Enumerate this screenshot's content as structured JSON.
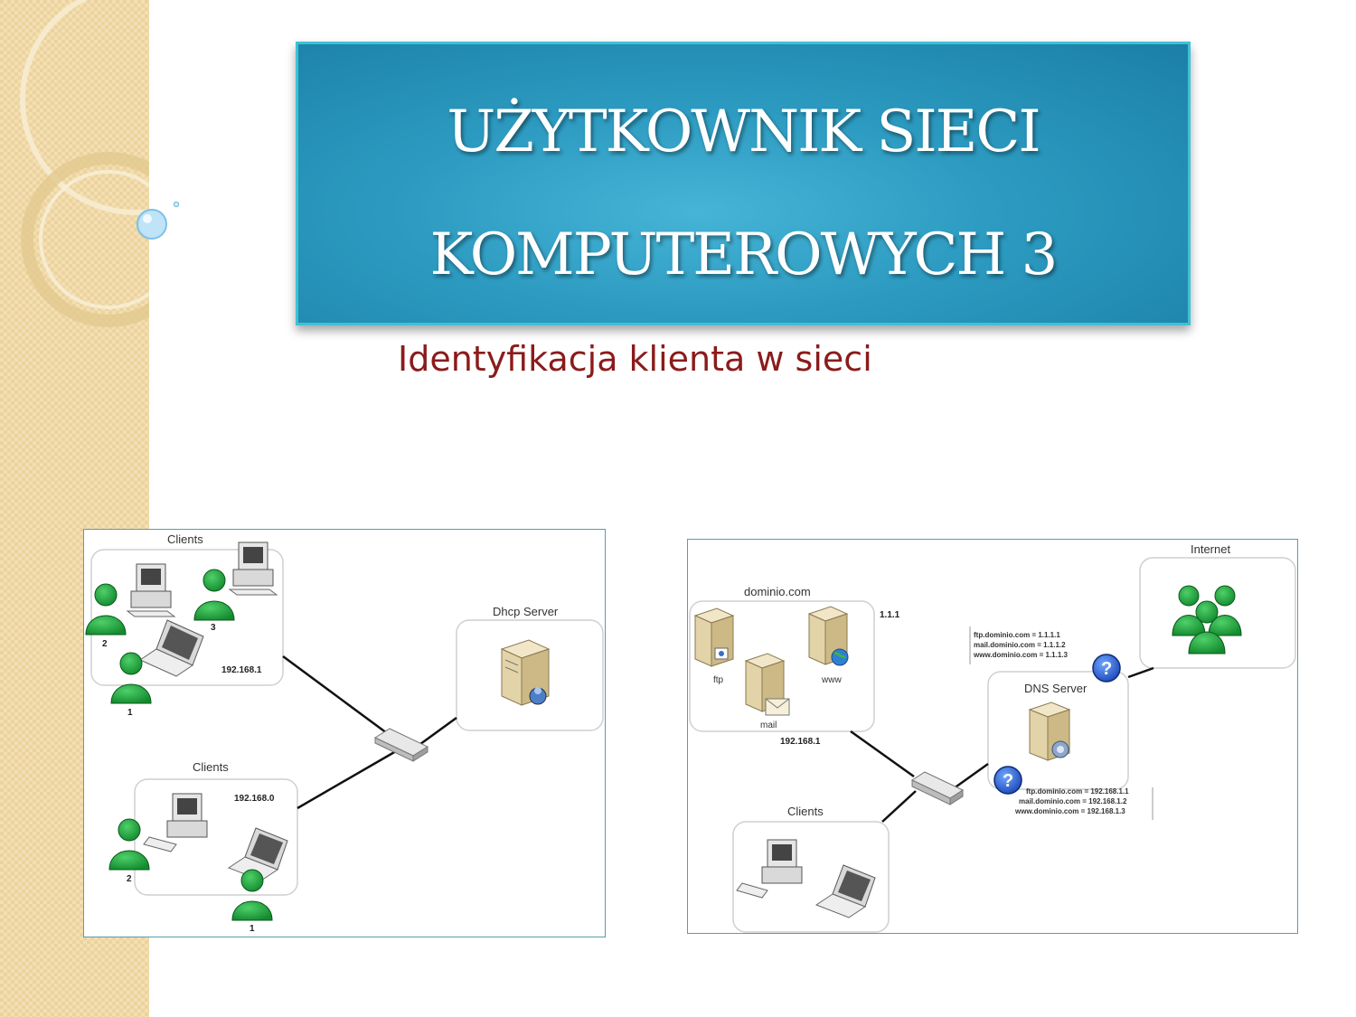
{
  "slide": {
    "title_line1": "UŻYTKOWNIK SIECI",
    "title_line2": "KOMPUTEROWYCH 3",
    "subtitle": "Identyfikacja klienta w sieci"
  },
  "diagram_left": {
    "group_top_label": "Clients",
    "group_top_subnet": "192.168.1",
    "group_top_user_numbers": [
      "2",
      "3",
      "1"
    ],
    "group_bottom_label": "Clients",
    "group_bottom_subnet": "192.168.0",
    "group_bottom_user_numbers": [
      "2",
      "1"
    ],
    "server_label": "Dhcp Server"
  },
  "diagram_right": {
    "domain_label": "dominio.com",
    "domain_ip": "1.1.1",
    "servers": [
      "ftp",
      "www",
      "mail"
    ],
    "local_subnet": "192.168.1",
    "internet_label": "Internet",
    "dns_label": "DNS Server",
    "clients_label": "Clients",
    "public_records": [
      "ftp.dominio.com = 1.1.1.1",
      "mail.dominio.com = 1.1.1.2",
      "www.dominio.com = 1.1.1.3"
    ],
    "private_records": [
      "ftp.dominio.com = 192.168.1.1",
      "mail.dominio.com = 192.168.1.2",
      "www.dominio.com = 192.168.1.3"
    ]
  }
}
